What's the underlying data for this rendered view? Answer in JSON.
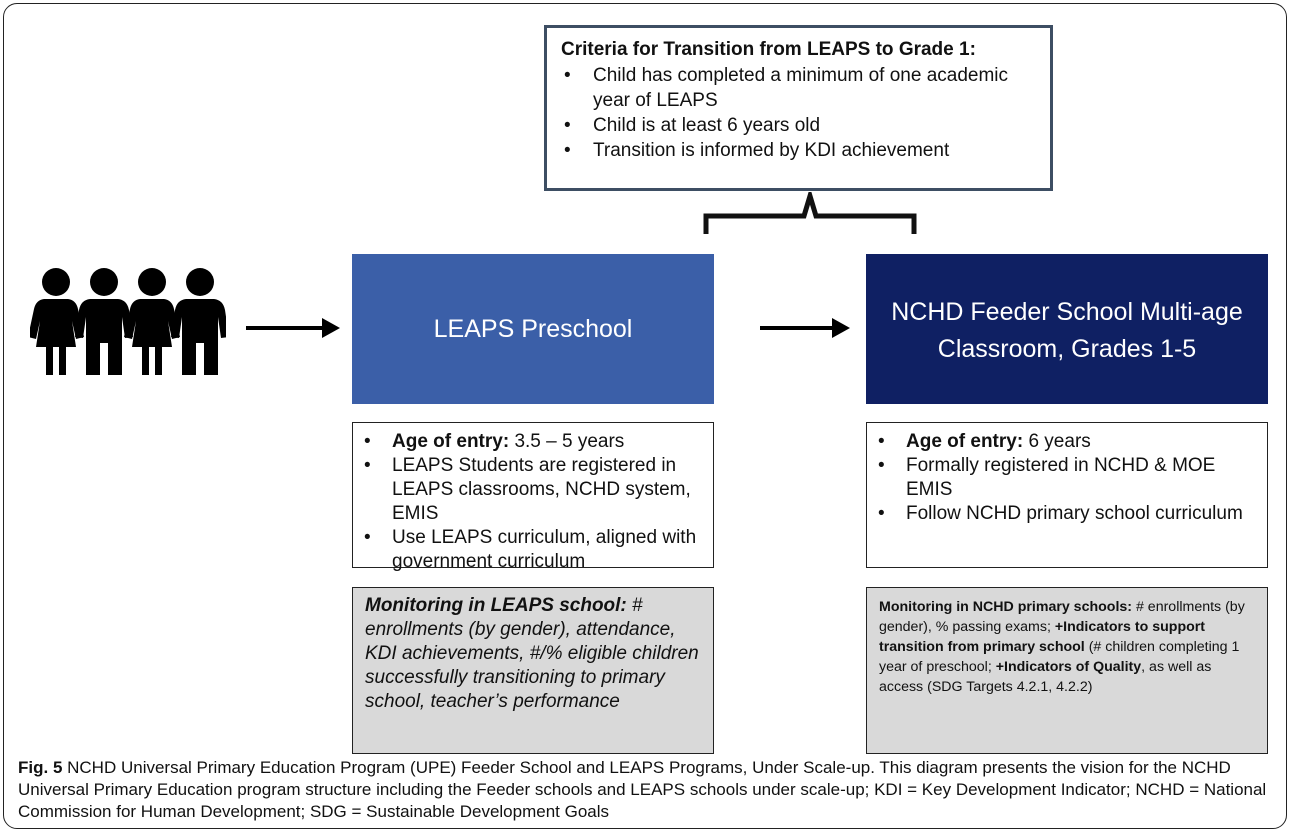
{
  "criteria": {
    "title": "Criteria for Transition from LEAPS to Grade 1:",
    "items": [
      "Child has completed a minimum of one academic year of LEAPS",
      "Child is at least 6 years old",
      "Transition is informed by KDI achievement"
    ]
  },
  "leaps": {
    "title": "LEAPS Preschool",
    "info": {
      "age_label": "Age of entry:",
      "age_value": " 3.5 – 5 years",
      "items": [
        "LEAPS Students are registered in LEAPS classrooms, NCHD system, EMIS",
        "Use LEAPS curriculum, aligned with government curriculum"
      ]
    },
    "monitoring": {
      "label": "Monitoring in LEAPS school:",
      "text": " # enrollments (by gender), attendance, KDI achievements, #/% eligible children successfully transitioning to primary school, teacher’s performance"
    }
  },
  "nchd": {
    "title_line1": "NCHD Feeder School Multi-age",
    "title_line2": "Classroom, Grades 1-5",
    "info": {
      "age_label": "Age of entry:",
      "age_value": " 6 years",
      "items": [
        "Formally registered in NCHD & MOE EMIS",
        "Follow NCHD primary school curriculum"
      ]
    },
    "monitoring": {
      "label": "Monitoring in NCHD primary schools:",
      "t1": " # enrollments (by gender), % passing exams; ",
      "b2": "+Indicators to support transition from primary school",
      "t2": " (# children completing 1 year of preschool; ",
      "b3": "+Indicators of Quality",
      "t3": ", as well as access (SDG Targets 4.2.1, 4.2.2)"
    }
  },
  "caption": {
    "fig": "Fig. 5",
    "text": " NCHD Universal Primary Education Program (UPE) Feeder School and LEAPS Programs, Under Scale-up. This diagram presents the vision for the NCHD Universal Primary Education program structure including the Feeder schools and LEAPS schools under scale-up; KDI = Key Development Indicator; NCHD = National Commission for Human Development; SDG = Sustainable Development Goals"
  },
  "colors": {
    "leaps_box": "#3b5fa8",
    "nchd_box": "#0f2063",
    "criteria_border": "#3d4e63",
    "monitoring_bg": "#d9d9d9"
  },
  "icons": [
    "children-group-icon",
    "right-arrow-icon",
    "curly-brace-icon"
  ]
}
